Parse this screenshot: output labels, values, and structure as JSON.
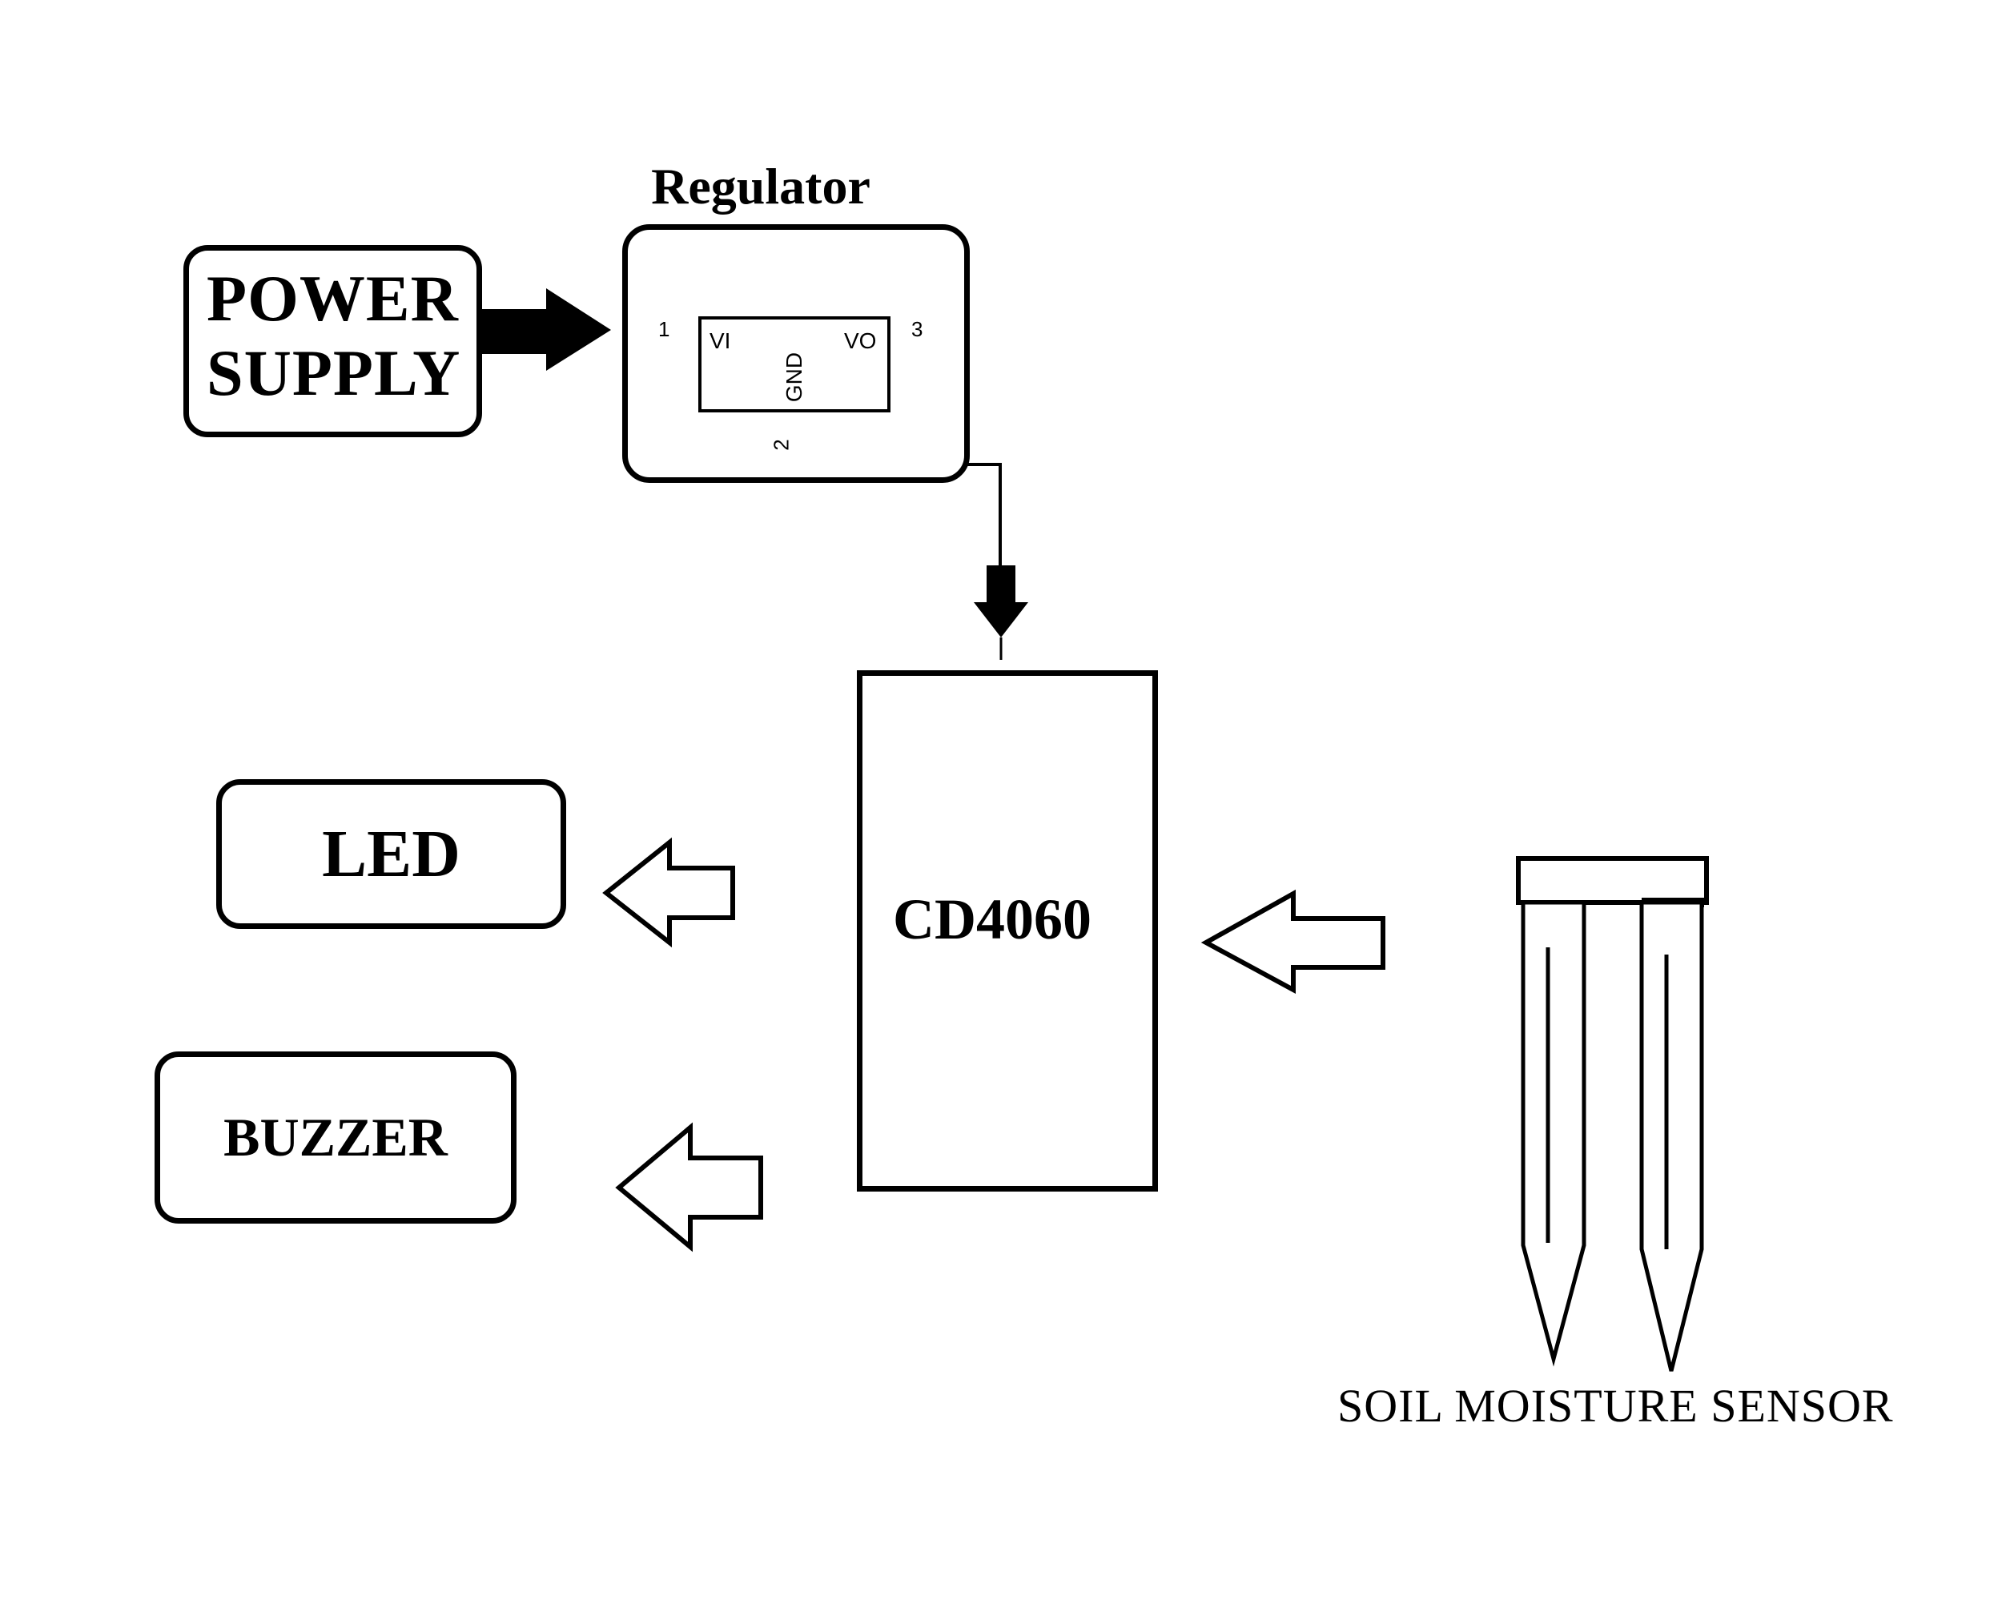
{
  "diagram": {
    "type": "block-diagram",
    "subject": "Soil moisture alarm circuit block diagram",
    "colors": {
      "ink": "#000000",
      "background": "#ffffff"
    },
    "nodes": {
      "power_supply": {
        "label": "POWER SUPPLY",
        "line1": "POWER",
        "line2": "SUPPLY",
        "shape": "rounded-rectangle"
      },
      "regulator": {
        "title": "Regulator",
        "shape": "rounded-rectangle",
        "ic": {
          "vi": "VI",
          "vo": "VO",
          "gnd": "GND",
          "pin1": "1",
          "pin2": "2",
          "pin3": "3"
        }
      },
      "cd4060": {
        "label": "CD4060",
        "shape": "rectangle"
      },
      "led": {
        "label": "LED",
        "shape": "rounded-rectangle"
      },
      "buzzer": {
        "label": "BUZZER",
        "shape": "rounded-rectangle"
      },
      "soil_sensor": {
        "label": "SOIL MOISTURE SENSOR",
        "shape": "two-prong-probe-icon"
      }
    },
    "connections": [
      {
        "from": "power_supply",
        "to": "regulator",
        "style": "solid-filled-arrow",
        "direction": "right"
      },
      {
        "from": "regulator",
        "to": "cd4060",
        "style": "line-then-solid-filled-arrow",
        "direction": "down"
      },
      {
        "from": "cd4060",
        "to": "led",
        "style": "outline-block-arrow",
        "direction": "left"
      },
      {
        "from": "cd4060",
        "to": "buzzer",
        "style": "outline-block-arrow",
        "direction": "left"
      },
      {
        "from": "soil_sensor",
        "to": "cd4060",
        "style": "outline-block-arrow",
        "direction": "left"
      }
    ]
  }
}
